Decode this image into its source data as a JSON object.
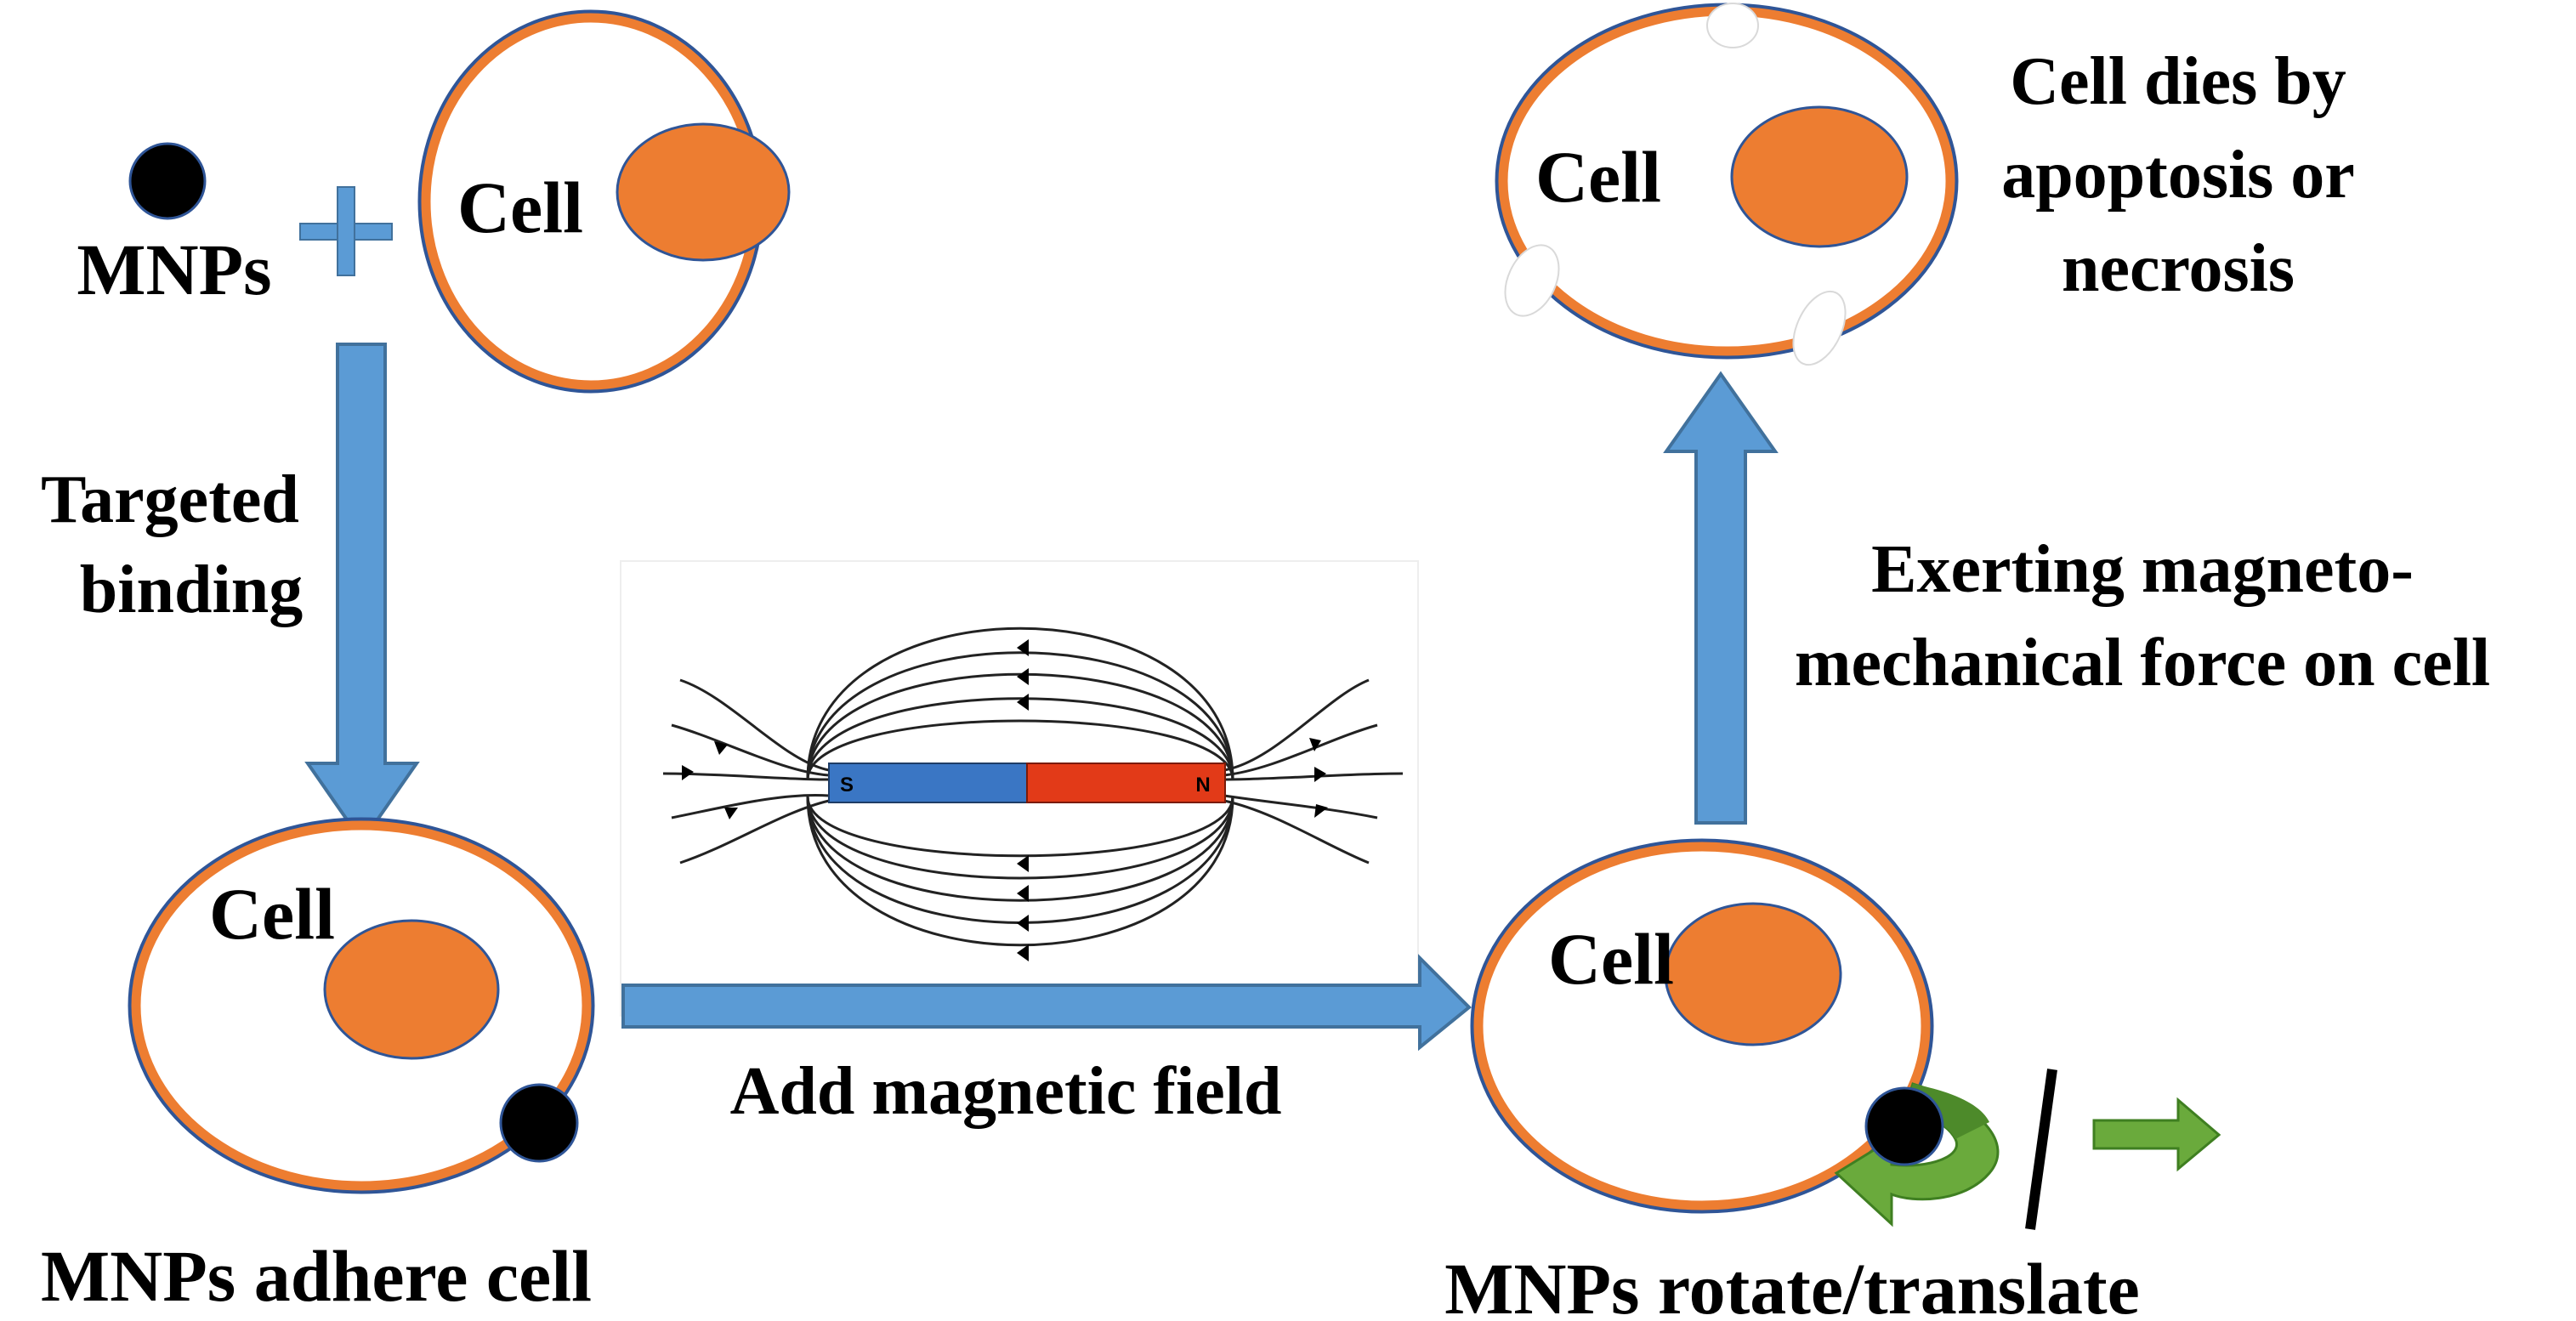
{
  "colors": {
    "arrow_fill": "#5b9bd5",
    "arrow_stroke": "#41719c",
    "membrane": "#ed7d31",
    "membrane_outline": "#2f5597",
    "nucleus": "#ed7d31",
    "mnp": "#000000",
    "magnet_south": "#3a76c4",
    "magnet_north": "#e23a18",
    "green_arrow": "#6aaa3c",
    "green_arrow_dark": "#3f7f21"
  },
  "labels": {
    "mnps": "MNPs",
    "cell_1": "Cell",
    "cell_2": "Cell",
    "cell_3": "Cell",
    "cell_4": "Cell",
    "step_targeted_line1": "Targeted",
    "step_targeted_line2": "binding",
    "step_magnetic_field": "Add magnetic field",
    "step_force_line1": "Exerting magneto-",
    "step_force_line2": "mechanical force on cell",
    "outcome_adhere": "MNPs adhere cell",
    "outcome_rotate": "MNPs rotate/translate",
    "outcome_death_line1": "Cell dies by",
    "outcome_death_line2": "apoptosis or",
    "outcome_death_line3": "necrosis",
    "magnet_south_pole": "S",
    "magnet_north_pole": "N"
  },
  "icons": {
    "plus": "plus-icon",
    "magnet": "bar-magnet-icon",
    "field_lines": "magnetic-field-lines",
    "rotation": "rotation-arrow-icon",
    "translation": "right-arrow-icon"
  }
}
